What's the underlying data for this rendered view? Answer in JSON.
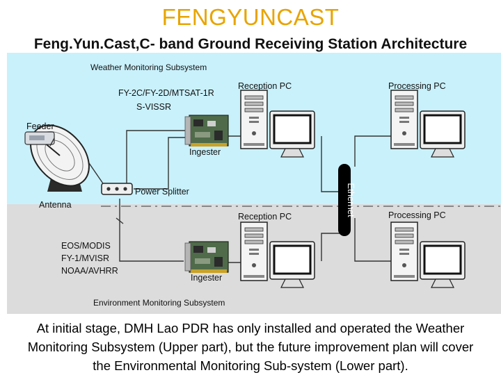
{
  "title": "FENGYUNCAST",
  "subtitle": "Feng.Yun.Cast,C- band Ground Receiving Station Architecture",
  "diagram": {
    "weather_subsystem": "Weather Monitoring Subsystem",
    "environment_subsystem": "Environment Monitoring Subsystem",
    "satellites_upper_line1": "FY-2C/FY-2D/MTSAT-1R",
    "satellites_upper_line2": "S-VISSR",
    "satellites_lower": [
      "EOS/MODIS",
      "FY-1/MVISR",
      "NOAA/AVHRR"
    ],
    "feeder": "Feeder",
    "antenna": "Antenna",
    "power_splitter": "Power Splitter",
    "ingester_upper": "Ingester",
    "ingester_lower": "Ingester",
    "reception_pc_upper": "Reception PC",
    "reception_pc_lower": "Reception PC",
    "processing_pc_upper": "Processing PC",
    "processing_pc_lower": "Processing PC",
    "ethernet": "Ethernet",
    "colors": {
      "upper_bg": "#c9f1fb",
      "lower_bg": "#dcdcdc",
      "title": "#e8a400"
    }
  },
  "footer": {
    "line1": "At initial stage, DMH Lao PDR has only installed and operated the Weather",
    "line2": "Monitoring Subsystem (Upper part), but the future improvement plan will cover",
    "line3": "the Environmental Monitoring Sub-system (Lower part)."
  }
}
